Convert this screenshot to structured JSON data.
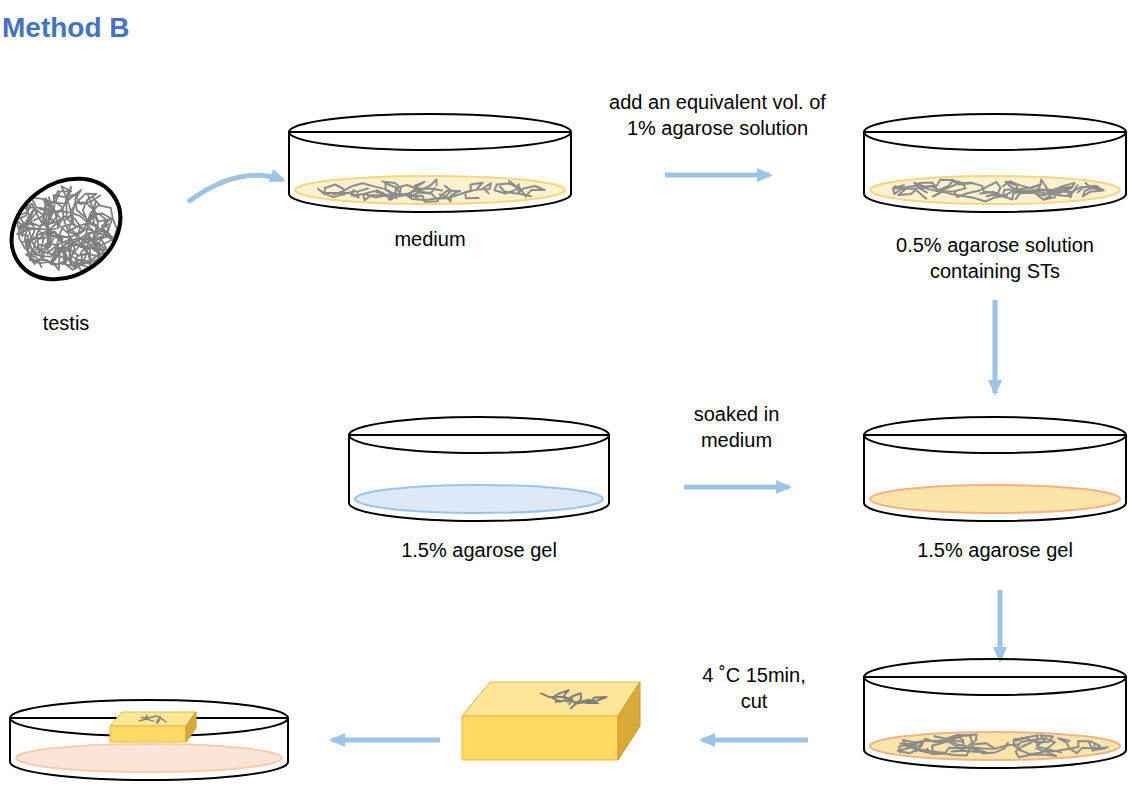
{
  "diagram": {
    "title": "Method B",
    "nodes": [
      {
        "text": [
          "testis"
        ]
      },
      {
        "text": [
          "medium"
        ]
      },
      {
        "text": [
          "0.5% agarose solution containing STs"
        ]
      },
      {
        "text": [
          "1.5% agarose gel"
        ]
      },
      {
        "text": [
          "1.5% agarose gel"
        ]
      }
    ],
    "edges": [
      {
        "from": 0,
        "to": 1,
        "arrow": "to"
      },
      {
        "from": 1,
        "to": 2,
        "label": "add an equivalent vol. of 1% agarose solution",
        "arrow": "to"
      },
      {
        "from": 2,
        "to": 4,
        "arrow": "to"
      },
      {
        "from": 3,
        "to": 4,
        "label": "soaked in medium",
        "arrow": "to"
      }
    ],
    "labels": [
      "4 ˚C 15min, cut"
    ]
  }
}
